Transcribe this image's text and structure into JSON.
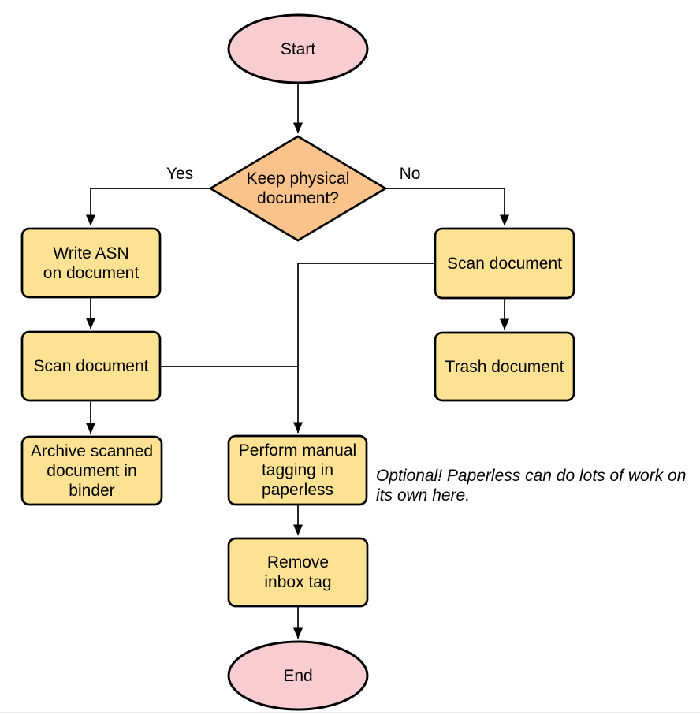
{
  "nodes": {
    "start": {
      "label": "Start",
      "shape": "terminator"
    },
    "decision": {
      "label": "Keep physical\ndocument?",
      "shape": "decision"
    },
    "write_asn": {
      "label": "Write ASN\non document",
      "shape": "process"
    },
    "scan_left": {
      "label": "Scan document",
      "shape": "process"
    },
    "archive": {
      "label": "Archive scanned\ndocument in\nbinder",
      "shape": "process"
    },
    "scan_right": {
      "label": "Scan document",
      "shape": "process"
    },
    "trash": {
      "label": "Trash document",
      "shape": "process"
    },
    "perform_tagging": {
      "label": "Perform manual\ntagging in\npaperless",
      "shape": "process"
    },
    "remove_inbox_tag": {
      "label": "Remove\ninbox tag",
      "shape": "process"
    },
    "end": {
      "label": "End",
      "shape": "terminator"
    }
  },
  "edge_labels": {
    "yes": "Yes",
    "no": "No"
  },
  "edges": [
    {
      "from": "start",
      "to": "decision",
      "label": ""
    },
    {
      "from": "decision",
      "to": "write_asn",
      "label": "Yes"
    },
    {
      "from": "decision",
      "to": "scan_right",
      "label": "No"
    },
    {
      "from": "write_asn",
      "to": "scan_left",
      "label": ""
    },
    {
      "from": "scan_left",
      "to": "archive",
      "label": ""
    },
    {
      "from": "scan_right",
      "to": "trash",
      "label": ""
    },
    {
      "from": "scan_right",
      "to": "perform_tagging",
      "label": ""
    },
    {
      "from": "scan_left",
      "to": "perform_tagging",
      "label": ""
    },
    {
      "from": "perform_tagging",
      "to": "remove_inbox_tag",
      "label": ""
    },
    {
      "from": "remove_inbox_tag",
      "to": "end",
      "label": ""
    }
  ],
  "annotation": "Optional! Paperless can do lots of work on\nits own here.",
  "colors": {
    "terminator_fill": "#f8cdd2",
    "decision_fill": "#fac38c",
    "process_fill": "#fde294",
    "stroke": "#000000"
  }
}
